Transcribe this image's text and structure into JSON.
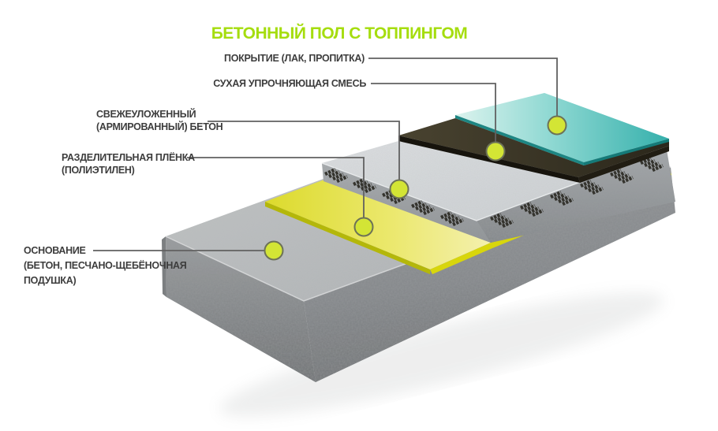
{
  "title": {
    "text": "БЕТОННЫЙ ПОЛ С ТОППИНГОМ",
    "color": "#a5dd0e"
  },
  "callouts": [
    {
      "id": "coating",
      "lines": [
        "ПОКРЫТИЕ (ЛАК, ПРОПИТКА)"
      ]
    },
    {
      "id": "dry-topping",
      "lines": [
        "СУХАЯ УПРОЧНЯЮЩАЯ СМЕСЬ"
      ]
    },
    {
      "id": "fresh-concrete",
      "lines": [
        "СВЕЖЕУЛОЖЕННЫЙ",
        "(АРМИРОВАННЫЙ) БЕТОН"
      ]
    },
    {
      "id": "separating-film",
      "lines": [
        "РАЗДЕЛИТЕЛЬНАЯ ПЛЁНКА",
        "(ПОЛИЭТИЛЕН)"
      ]
    },
    {
      "id": "base",
      "lines": [
        "ОСНОВАНИЕ",
        "(БЕТОН, ПЕСЧАНО-ЩЕБЁНОЧНАЯ",
        "ПОДУШКА)"
      ]
    }
  ],
  "legend": {
    "marker_fill": "#d3e535",
    "marker_stroke": "#6d7257",
    "line_color": "#616161",
    "label_color": "#3d3d3d"
  },
  "layers": [
    {
      "id": "coating-layer",
      "color": "#3ab1ad"
    },
    {
      "id": "dry-topping-layer",
      "color": "#38321f"
    },
    {
      "id": "fresh-concrete-layer",
      "color": "#ccd0d3"
    },
    {
      "id": "separating-film-layer",
      "color": "#e0dd31"
    },
    {
      "id": "base-layer",
      "color": "#a3a6a7"
    }
  ]
}
